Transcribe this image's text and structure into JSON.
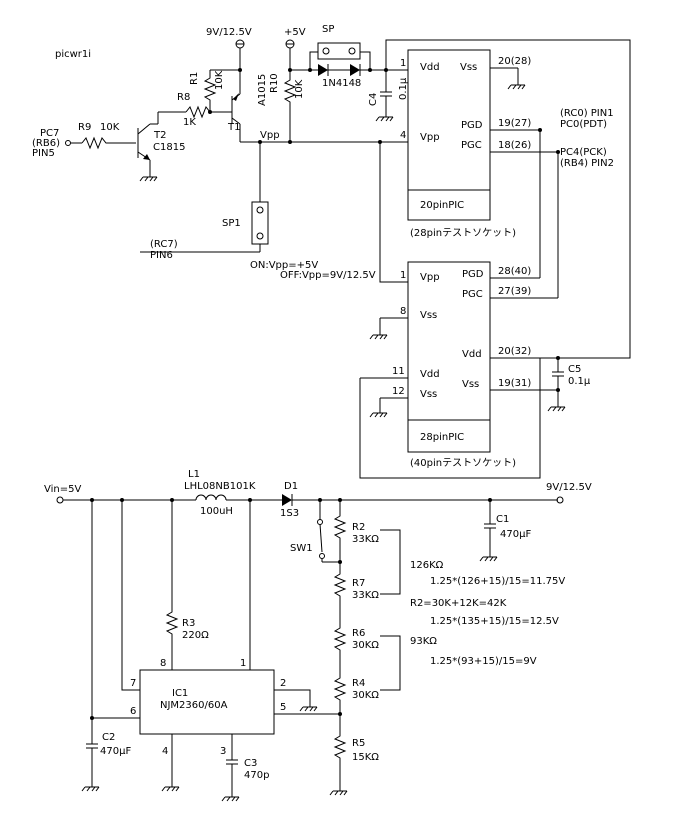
{
  "title": "picwr1i",
  "top": {
    "vpp_rail": "9V/12.5V",
    "vcc_rail": "+5V",
    "sp_label": "SP",
    "diode_label": "1N4148",
    "r1": "R1",
    "r1_val": "10K",
    "r10": "R10",
    "r10_val": "10K",
    "r8": "R8",
    "r8_val": "1K",
    "r9": "R9",
    "r9_val": "10K",
    "t1": "T1",
    "t1_part": "A1015",
    "t2": "T2",
    "t2_part": "C1815",
    "pc7_a": "PC7",
    "pc7_b": "(RB6)",
    "pc7_c": "PIN5",
    "vpp_node": "Vpp",
    "sp1": "SP1",
    "rc7_a": "(RC7)",
    "rc7_b": "PIN6",
    "on_text": "ON:Vpp=+5V",
    "off_text": "OFF:Vpp=9V/12.5V",
    "c4": "C4",
    "c4_val": "0.1μ",
    "c5": "C5",
    "c5_val": "0.1μ",
    "pgd_a": "(RC0) PIN1",
    "pgd_b": "PC0(PDT)",
    "pgc_a": "PC4(PCK)",
    "pgc_b": "(RB4) PIN2"
  },
  "ic20": {
    "name": "20pinPIC",
    "caption": "(28pinテストソケット)",
    "vdd": "Vdd",
    "vss": "Vss",
    "vpp": "Vpp",
    "pgd": "PGD",
    "pgc": "PGC",
    "pin_vdd": "1",
    "pin_vpp": "4",
    "pin_vss": "20(28)",
    "pin_pgd": "19(27)",
    "pin_pgc": "18(26)"
  },
  "ic28": {
    "name": "28pinPIC",
    "caption": "(40pinテストソケット)",
    "vpp": "Vpp",
    "pgd": "PGD",
    "pgc": "PGC",
    "vss": "Vss",
    "vdd": "Vdd",
    "vdd2": "Vdd",
    "vss2": "Vss",
    "vss3": "Vss",
    "pin_vpp": "1",
    "pin_vss8": "8",
    "pin_vdd11": "11",
    "pin_vss12": "12",
    "pin_pgd": "28(40)",
    "pin_pgc": "27(39)",
    "pin_vdd": "20(32)",
    "pin_vss": "19(31)"
  },
  "psu": {
    "vin": "Vin=5V",
    "vout": "9V/12.5V",
    "l1": "L1",
    "l1_part": "LHL08NB101K",
    "l1_val": "100uH",
    "d1": "D1",
    "d1_part": "1S3",
    "c1": "C1",
    "c1_val": "470μF",
    "c2": "C2",
    "c2_val": "470μF",
    "c3": "C3",
    "c3_val": "470p",
    "r2": "R2",
    "r2_val": "33KΩ",
    "r7": "R7",
    "r7_val": "33KΩ",
    "r6": "R6",
    "r6_val": "30KΩ",
    "r4": "R4",
    "r4_val": "30KΩ",
    "r5": "R5",
    "r5_val": "15KΩ",
    "r3": "R3",
    "r3_val": "220Ω",
    "sw1": "SW1",
    "ic1": "IC1",
    "ic1_part": "NJM2360/60A",
    "pin1": "1",
    "pin2": "2",
    "pin3": "3",
    "pin4": "4",
    "pin5": "5",
    "pin6": "6",
    "pin7": "7",
    "pin8": "8"
  },
  "notes": {
    "n1": "126KΩ",
    "n2": "1.25*(126+15)/15=11.75V",
    "n3": "R2=30K+12K=42K",
    "n4": "1.25*(135+15)/15=12.5V",
    "n5": "93KΩ",
    "n6": "1.25*(93+15)/15=9V"
  }
}
